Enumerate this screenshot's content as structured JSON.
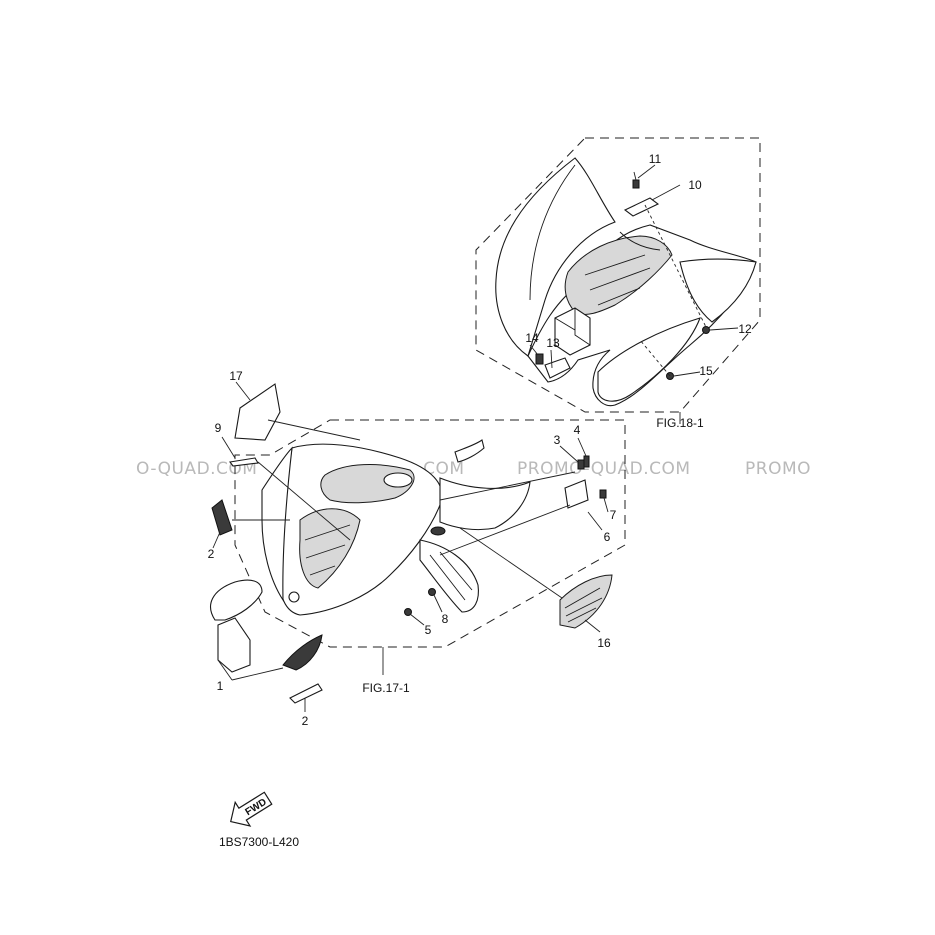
{
  "diagram": {
    "drawing_code": "1BS7300-L420",
    "fig_labels": {
      "front": "FIG.17-1",
      "rear": "FIG.18-1"
    },
    "fwd_label": "FWD",
    "watermarks": [
      "O-QUAD.COM",
      "PROMO-QUAD.COM",
      "PROMO-QUAD.COM",
      "PROMO"
    ],
    "callouts": [
      "1",
      "2",
      "2",
      "3",
      "4",
      "5",
      "6",
      "7",
      "8",
      "9",
      "10",
      "11",
      "12",
      "13",
      "14",
      "15",
      "16",
      "17"
    ]
  }
}
